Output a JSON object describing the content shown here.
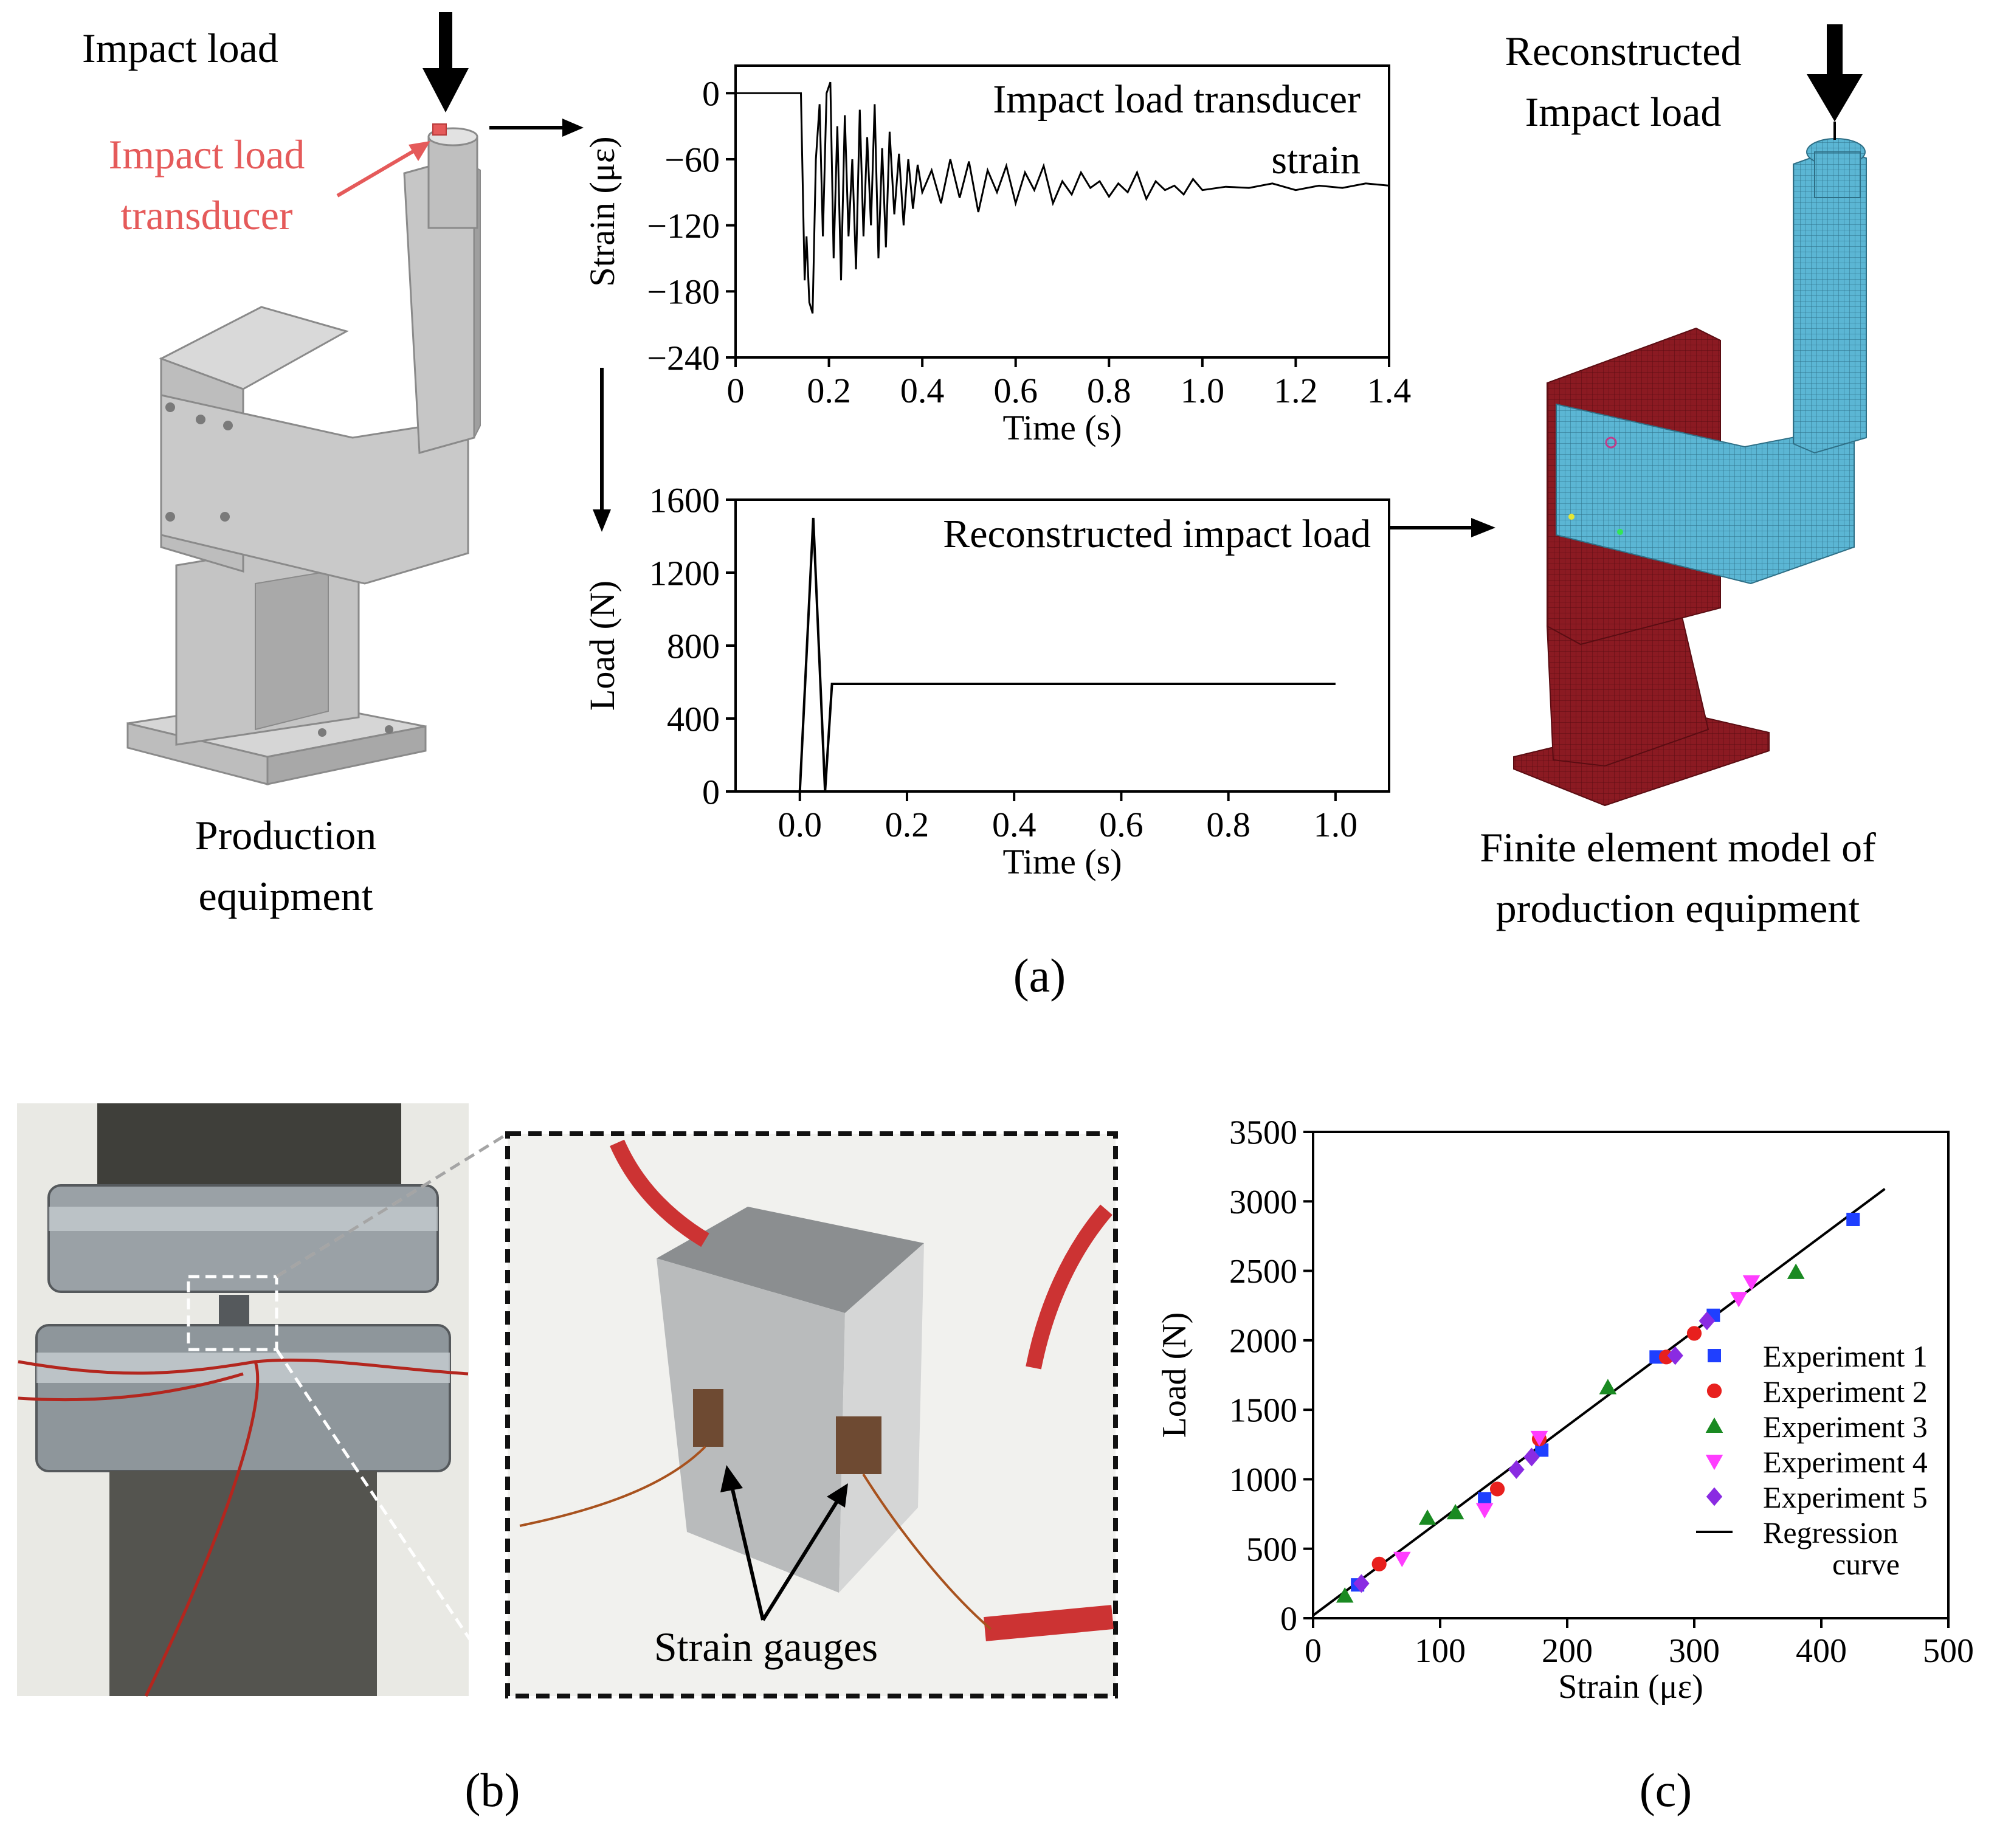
{
  "panel_a": {
    "impact_load_label": "Impact load",
    "transducer_label_1": "Impact load",
    "transducer_label_2": "transducer",
    "production_label_1": "Production",
    "production_label_2": "equipment",
    "reconstructed_label_1": "Reconstructed",
    "reconstructed_label_2": "Impact load",
    "fe_label_1": "Finite element model of",
    "fe_label_2": "production equipment",
    "caption": "(a)"
  },
  "panel_b": {
    "strain_gauges_label": "Strain gauges",
    "caption": "(b)"
  },
  "panel_c": {
    "caption": "(c)"
  },
  "colors": {
    "transducer_red": "#e55a5a",
    "equipment_gray": "#b9b9b9",
    "fe_red": "#8b1a22",
    "fe_blue": "#5bb6d4",
    "exp1": "#1f3fff",
    "exp2": "#e8201e",
    "exp3": "#1a8a22",
    "exp4": "#ff3dff",
    "exp5": "#8a2be2"
  },
  "chart_data": [
    {
      "type": "line",
      "title": "Impact load transducer strain",
      "xlabel": "Time (s)",
      "ylabel": "Strain (με)",
      "xlim": [
        0,
        1.4
      ],
      "ylim": [
        -240,
        25
      ],
      "xticks": [
        "0",
        "0.2",
        "0.4",
        "0.6",
        "0.8",
        "1.0",
        "1.2",
        "1.4"
      ],
      "yticks": [
        "0",
        "−60",
        "−120",
        "−180",
        "−240"
      ],
      "series": [
        {
          "x": [
            0,
            0.14,
            0.148,
            0.152,
            0.158,
            0.165,
            0.172,
            0.18,
            0.187,
            0.195,
            0.203,
            0.21,
            0.218,
            0.226,
            0.234,
            0.242,
            0.25,
            0.258,
            0.266,
            0.274,
            0.282,
            0.29,
            0.298,
            0.306,
            0.314,
            0.322,
            0.33,
            0.34,
            0.35,
            0.36,
            0.37,
            0.38,
            0.39,
            0.4,
            0.42,
            0.44,
            0.46,
            0.48,
            0.5,
            0.52,
            0.54,
            0.56,
            0.58,
            0.6,
            0.62,
            0.64,
            0.66,
            0.68,
            0.7,
            0.72,
            0.74,
            0.76,
            0.78,
            0.8,
            0.82,
            0.84,
            0.86,
            0.88,
            0.9,
            0.92,
            0.94,
            0.96,
            0.98,
            1.0,
            1.05,
            1.1,
            1.15,
            1.2,
            1.25,
            1.3,
            1.35,
            1.4
          ],
          "y": [
            0,
            0,
            -170,
            -130,
            -190,
            -200,
            -60,
            -10,
            -130,
            0,
            10,
            -150,
            -30,
            -170,
            -20,
            -130,
            -60,
            -160,
            -15,
            -130,
            -40,
            -120,
            -10,
            -150,
            -50,
            -140,
            -35,
            -110,
            -55,
            -120,
            -60,
            -105,
            -65,
            -90,
            -70,
            -100,
            -60,
            -95,
            -62,
            -108,
            -70,
            -90,
            -66,
            -100,
            -72,
            -88,
            -66,
            -100,
            -80,
            -92,
            -72,
            -86,
            -80,
            -94,
            -82,
            -90,
            -72,
            -96,
            -80,
            -88,
            -84,
            -92,
            -78,
            -88,
            -85,
            -86,
            -82,
            -88,
            -84,
            -86,
            -82,
            -84
          ]
        }
      ]
    },
    {
      "type": "line",
      "title": "Reconstructed impact load",
      "xlabel": "Time (s)",
      "ylabel": "Load (N)",
      "xlim": [
        -0.12,
        1.1
      ],
      "ylim": [
        0,
        1600
      ],
      "xticks": [
        "0.0",
        "0.2",
        "0.4",
        "0.6",
        "0.8",
        "1.0"
      ],
      "yticks": [
        "0",
        "400",
        "800",
        "1200",
        "1600"
      ],
      "series": [
        {
          "x": [
            0,
            0.025,
            0.047,
            0.06,
            1.0
          ],
          "y": [
            0,
            1500,
            0,
            590,
            590
          ]
        }
      ]
    },
    {
      "type": "scatter",
      "xlabel": "Strain (με)",
      "ylabel": "Load (N)",
      "xlim": [
        0,
        500
      ],
      "ylim": [
        0,
        3500
      ],
      "xticks": [
        "0",
        "100",
        "200",
        "300",
        "400",
        "500"
      ],
      "yticks": [
        "0",
        "500",
        "1000",
        "1500",
        "2000",
        "2500",
        "3000",
        "3500"
      ],
      "regression": {
        "name": "Regression curve",
        "x": [
          0,
          450
        ],
        "y": [
          20,
          3090
        ]
      },
      "series": [
        {
          "name": "Experiment 1",
          "marker": "square",
          "x": [
            35,
            135,
            180,
            270,
            315,
            425
          ],
          "y": [
            240,
            860,
            1210,
            1880,
            2180,
            2870
          ]
        },
        {
          "name": "Experiment 2",
          "marker": "circle",
          "x": [
            52,
            145,
            178,
            278,
            300
          ],
          "y": [
            390,
            930,
            1290,
            1880,
            2050
          ]
        },
        {
          "name": "Experiment 3",
          "marker": "triangle-up",
          "x": [
            25,
            90,
            112,
            232,
            380
          ],
          "y": [
            160,
            720,
            760,
            1660,
            2490
          ]
        },
        {
          "name": "Experiment 4",
          "marker": "triangle-down",
          "x": [
            70,
            135,
            178,
            335,
            345
          ],
          "y": [
            430,
            780,
            1300,
            2300,
            2420
          ]
        },
        {
          "name": "Experiment 5",
          "marker": "diamond",
          "x": [
            38,
            160,
            172,
            285,
            310
          ],
          "y": [
            250,
            1070,
            1160,
            1890,
            2140
          ]
        }
      ]
    }
  ]
}
